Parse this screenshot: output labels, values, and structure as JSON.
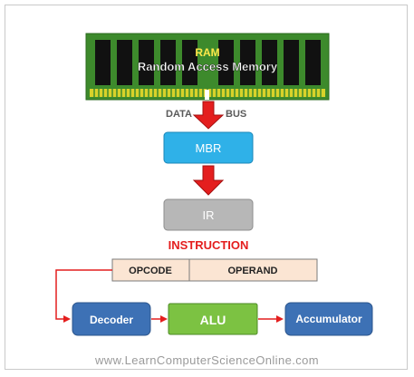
{
  "ram": {
    "title": "RAM",
    "subtitle": "Random Access Memory"
  },
  "bus": {
    "left_label": "DATA",
    "right_label": "BUS"
  },
  "mbr": {
    "label": "MBR"
  },
  "ir": {
    "label": "IR"
  },
  "instruction": {
    "title": "INSTRUCTION",
    "fields": [
      "OPCODE",
      "OPERAND"
    ]
  },
  "decoder": {
    "label": "Decoder"
  },
  "alu": {
    "label": "ALU"
  },
  "accumulator": {
    "label": "Accumulator"
  },
  "footer": {
    "text": "www.LearnComputerScienceOnline.com"
  },
  "colors": {
    "ram_board": "#3d8a2c",
    "ram_pins": "#d8d22a",
    "arrow_red": "#e41e1e",
    "mbr_fill": "#2fb1e8",
    "ir_fill": "#b7b7b7",
    "instruction_text": "#e41e1e",
    "opcode_fill": "#fbe5d3",
    "decoder_fill": "#3d71b5",
    "alu_fill": "#7cc242",
    "accumulator_fill": "#3d71b5"
  }
}
